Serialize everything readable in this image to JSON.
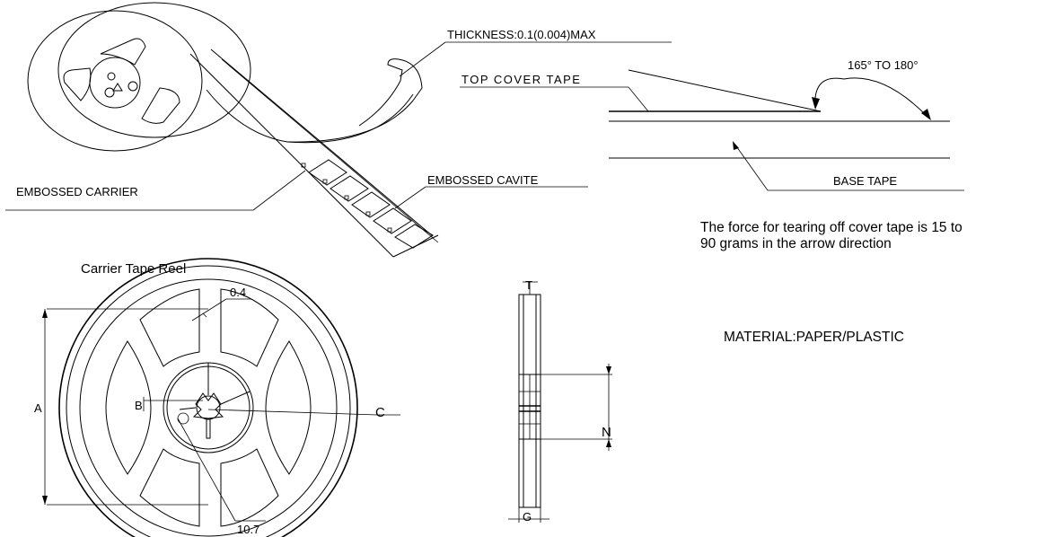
{
  "labels": {
    "thickness": "THICKNESS:0.1(0.004)MAX",
    "top_cover_tape": "TOP COVER TAPE",
    "angle": "165°  TO 180°",
    "embossed_carrier": "EMBOSSED CARRIER",
    "embossed_cavite": "EMBOSSED CAVITE",
    "base_tape": "BASE TAPE",
    "force_note_line1": "The force for tearing off cover tape is 15 to",
    "force_note_line2": "90 grams in the arrow direction",
    "reel_title": "Carrier Tape Reel",
    "material": "MATERIAL:PAPER/PLASTIC"
  },
  "dimensions": {
    "a": "A",
    "b": "B",
    "c": "C",
    "n": "N",
    "g": "G",
    "t": "T",
    "d_04": "0.4",
    "d_107": "10.7"
  }
}
